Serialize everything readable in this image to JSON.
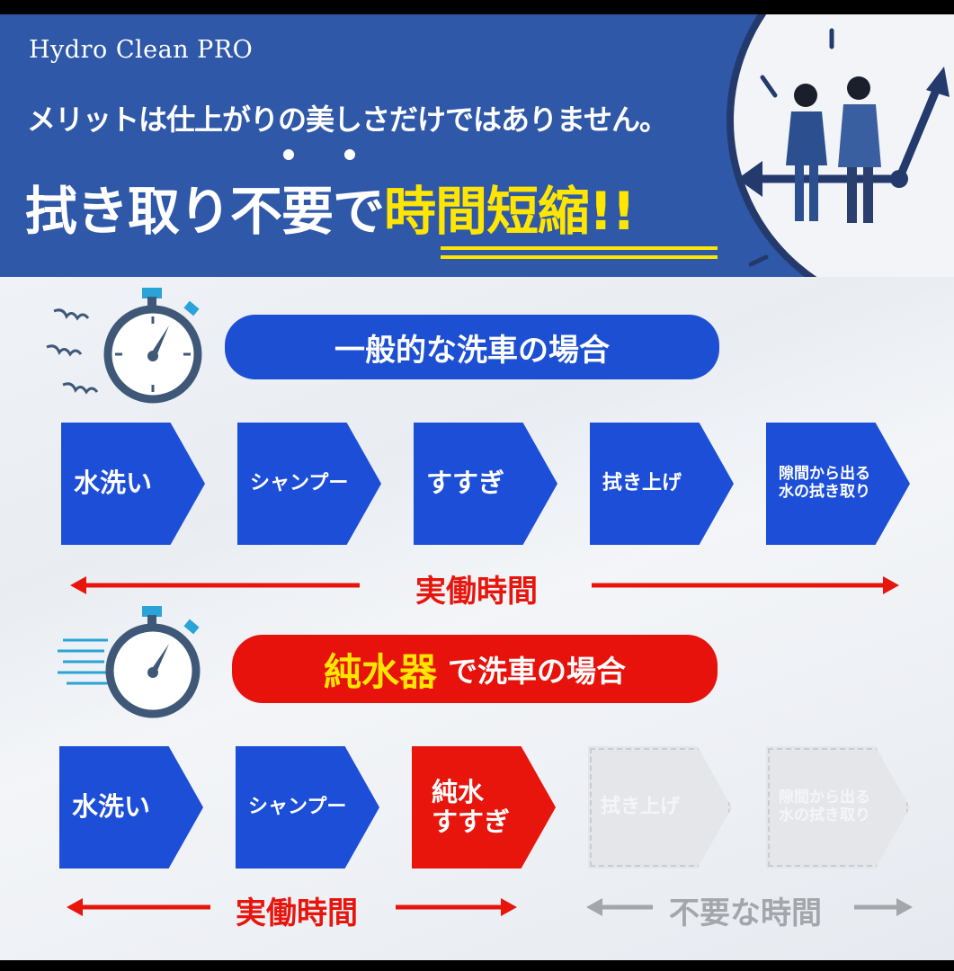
{
  "header": {
    "brand": "Hydro Clean PRO",
    "subtitle": "メリットは仕上がりの美しさだけではありません。",
    "headline_white": "拭き取り不要で",
    "headline_yellow": "時間短縮!!"
  },
  "normal_section": {
    "title": "一般的な洗車の場合",
    "steps": [
      "水洗い",
      "シャンプー",
      "すすぎ",
      "拭き上げ",
      "隙間から出る\n水の拭き取り"
    ],
    "time_label": "実働時間"
  },
  "pure_section": {
    "title_highlight": "純水器",
    "title_rest": "で洗車の場合",
    "steps": [
      "水洗い",
      "シャンプー",
      "純水\nすすぎ",
      "拭き上げ",
      "隙間から出る\n水の拭き取り"
    ],
    "time_label": "実働時間",
    "unneeded_label": "不要な時間"
  },
  "colors": {
    "header_blue": "#2f58a8",
    "step_blue": "#1c4ed8",
    "accent_red": "#e8150d",
    "accent_yellow": "#ffe600"
  }
}
